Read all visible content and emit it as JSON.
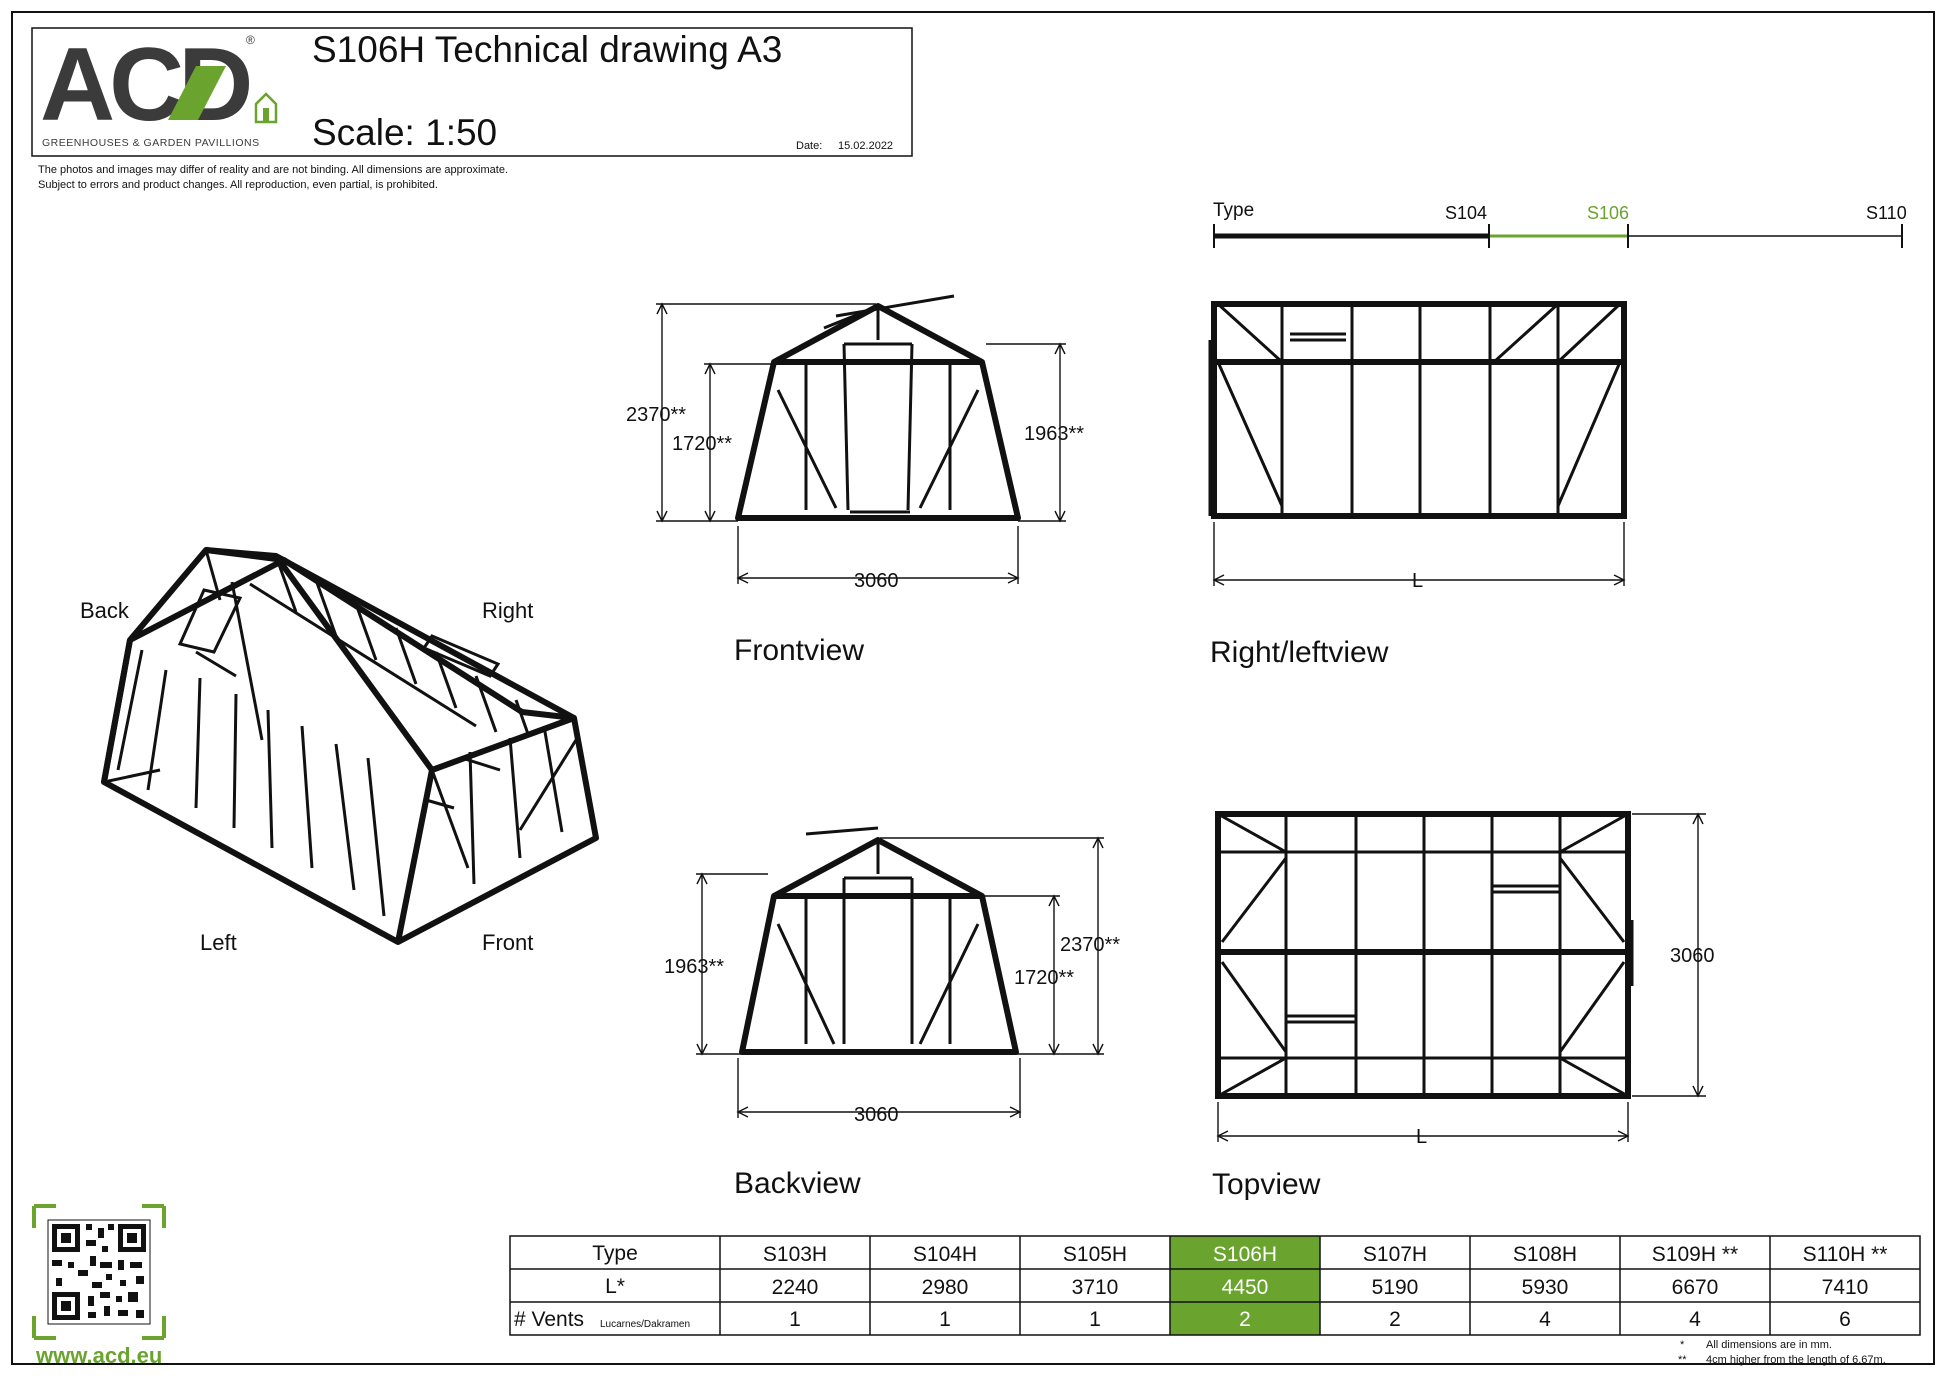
{
  "title_block": {
    "title": "S106H Technical drawing A3",
    "scale": "Scale:  1:50",
    "date_label": "Date:",
    "date": "15.02.2022",
    "logo_text": "ACD",
    "logo_registered": "®",
    "logo_tagline": "GREENHOUSES & GARDEN PAVILLIONS"
  },
  "disclaimer": {
    "line1": "The photos and images may differ of reality and are not binding. All dimensions are approximate.",
    "line2": "Subject to errors and product changes. All reproduction, even partial, is prohibited."
  },
  "type_scale": {
    "label": "Type",
    "markers": [
      "S104",
      "S106",
      "S110"
    ],
    "highlight_color": "#6aa32e"
  },
  "views": {
    "front": {
      "caption": "Frontview",
      "height_total": "2370**",
      "height_eave": "1720**",
      "height_side": "1963**",
      "width": "3060"
    },
    "back": {
      "caption": "Backview",
      "height_side": "1963**",
      "height_total": "2370**",
      "height_eave": "1720**",
      "width": "3060"
    },
    "side": {
      "caption": "Right/leftview",
      "length": "L"
    },
    "top": {
      "caption": "Topview",
      "width": "3060",
      "length": "L"
    },
    "iso": {
      "back": "Back",
      "right": "Right",
      "left": "Left",
      "front": "Front"
    }
  },
  "spec_table": {
    "row_labels": {
      "type": "Type",
      "length": "L*",
      "vents": "# Vents",
      "vents_sub": "Lucarnes/Dakramen"
    },
    "columns": [
      {
        "type": "S103H",
        "length": "2240",
        "vents": "1"
      },
      {
        "type": "S104H",
        "length": "2980",
        "vents": "1"
      },
      {
        "type": "S105H",
        "length": "3710",
        "vents": "1"
      },
      {
        "type": "S106H",
        "length": "4450",
        "vents": "2",
        "highlight": true
      },
      {
        "type": "S107H",
        "length": "5190",
        "vents": "2"
      },
      {
        "type": "S108H",
        "length": "5930",
        "vents": "4"
      },
      {
        "type": "S109H **",
        "length": "6670",
        "vents": "4"
      },
      {
        "type": "S110H **",
        "length": "7410",
        "vents": "6"
      }
    ],
    "highlight_color": "#6aa32e"
  },
  "footnotes": [
    {
      "mark": "*",
      "text": "All dimensions are in mm."
    },
    {
      "mark": "**",
      "text": "4cm higher from the length of 6,67m."
    }
  ],
  "footer": {
    "url": "www.acd.eu"
  },
  "brand": {
    "dark": "#3b3b3b",
    "green": "#6aa32e"
  }
}
